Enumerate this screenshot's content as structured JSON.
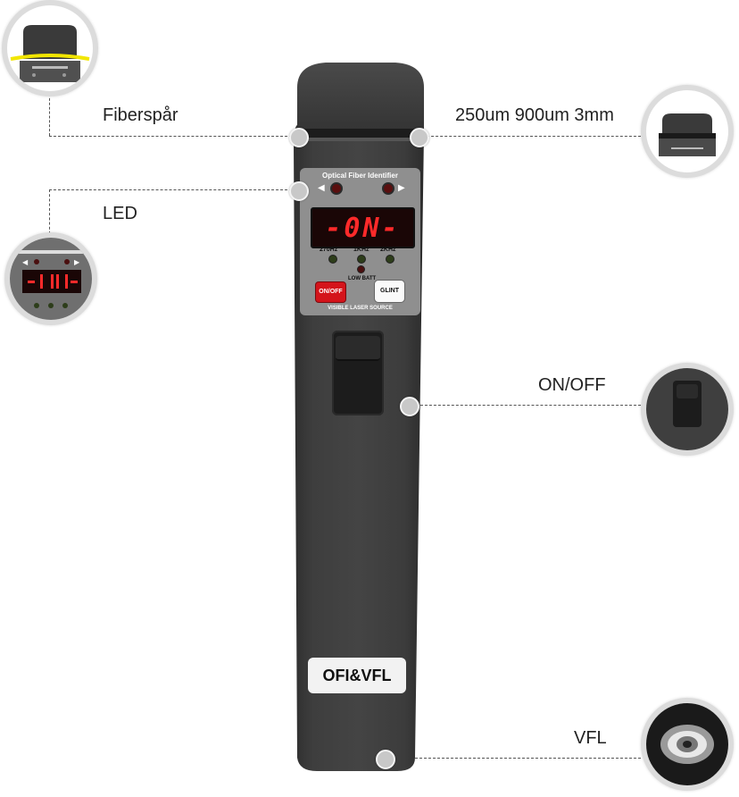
{
  "callouts": {
    "fiber_slot": "Fiberspår",
    "fiber_sizes": "250um 900um 3mm",
    "led": "LED",
    "power": "ON/OFF",
    "vfl": "VFL"
  },
  "device": {
    "panel_title": "Optical Fiber Identifier",
    "display_text": "-0N-",
    "freq_labels": [
      "270Hz",
      "1KHz",
      "2KHz"
    ],
    "low_batt_label": "LOW BATT",
    "onoff_button": "ON/OFF",
    "glint_button": "GLINT",
    "vls_label": "VISIBLE LASER SOURCE",
    "model_label": "OFI&VFL"
  },
  "colors": {
    "body": "#3b3b3b",
    "panel": "#8f8f8f",
    "led_display": "#ff2a2a",
    "onoff_red": "#d4141b",
    "highlight_yellow": "#f2e600"
  }
}
